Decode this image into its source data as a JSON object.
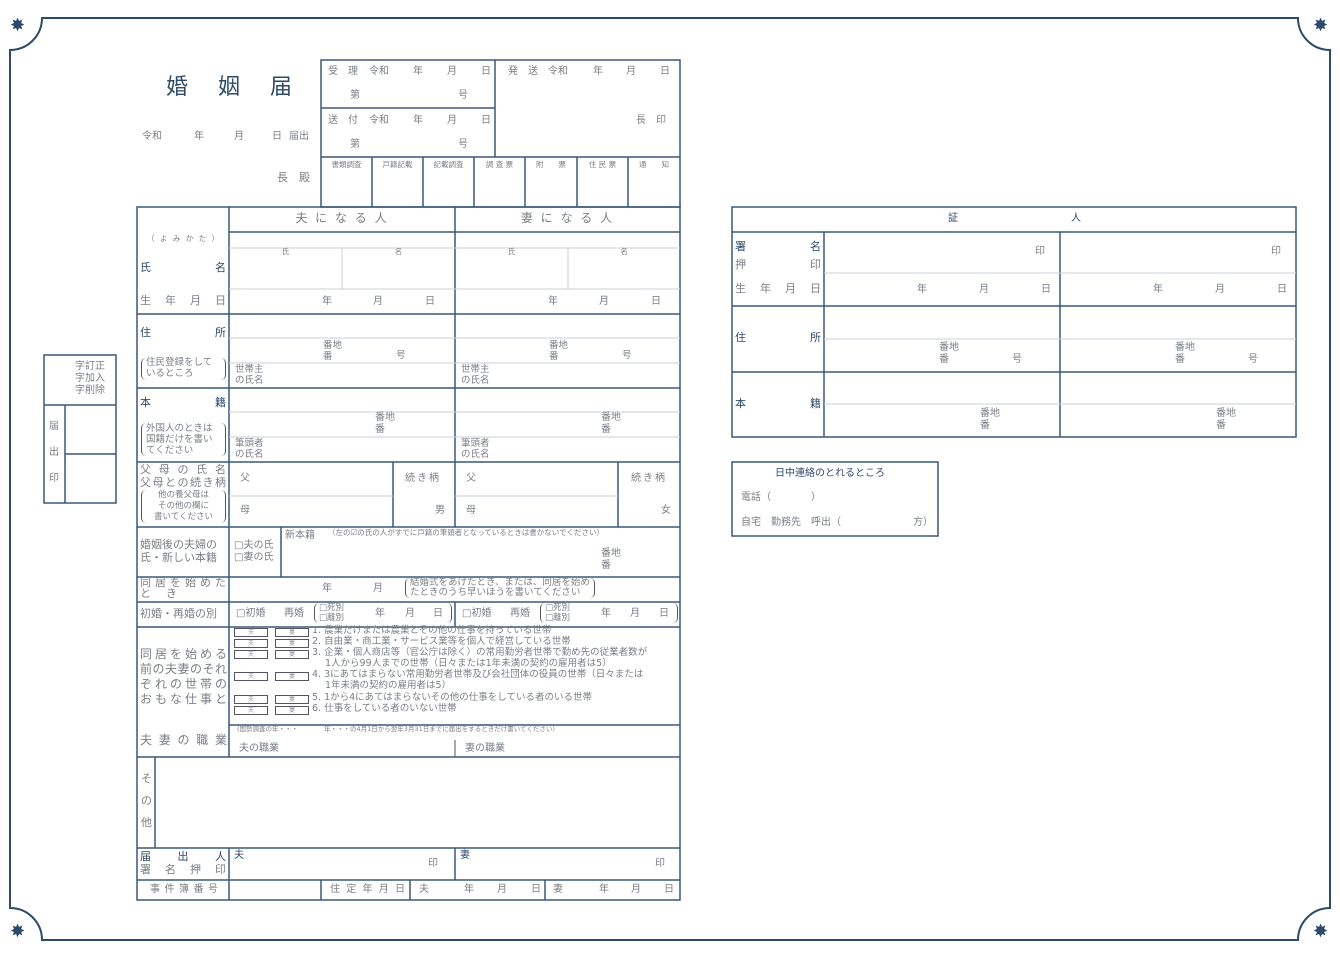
{
  "header": {
    "title": "婚姻届",
    "era": "令和",
    "year": "年",
    "month": "月",
    "day": "日",
    "submitted": "届出",
    "addressee": "長　殿"
  },
  "office": {
    "received": "受理",
    "sent": "送付",
    "dispatched": "発送",
    "era": "令和",
    "year": "年",
    "month": "月",
    "day": "日",
    "number_prefix": "第",
    "number_suffix": "号",
    "chief_seal": "長　印",
    "checks": [
      "書類調査",
      "戸籍記載",
      "記載調査",
      "調 査 票",
      "附　　票",
      "住 民 票",
      "通　　知"
    ]
  },
  "correction_box": {
    "lines": [
      "字訂正",
      "字加入",
      "字削除"
    ],
    "seal_label": [
      "届",
      "出",
      "印"
    ]
  },
  "main": {
    "col_husband": "夫 に な る 人",
    "col_wife": "妻 に な る 人",
    "name": {
      "label": "氏名",
      "reading": "（よみかた）",
      "surname": "氏",
      "given": "名"
    },
    "birth": {
      "label": "生年月日",
      "year": "年",
      "month": "月",
      "day": "日"
    },
    "address": {
      "label": "住所",
      "note": [
        "住民登録をして",
        "いるところ"
      ],
      "banchi": "番地",
      "ban": "番",
      "go": "号",
      "householder": [
        "世帯主",
        "の氏名"
      ]
    },
    "domicile": {
      "label": "本籍",
      "note": [
        "外国人のときは",
        "国籍だけを書い",
        "てください"
      ],
      "banchi": "番地",
      "ban": "番",
      "head": [
        "筆頭者",
        "の氏名"
      ]
    },
    "parents": {
      "label": [
        "父 母 の 氏 名",
        "父母との続き柄"
      ],
      "note": [
        "他の養父母は",
        "その他の欄に",
        "書いてください"
      ],
      "father": "父",
      "mother": "母",
      "relation": "続き柄",
      "son": "男",
      "daughter": "女"
    },
    "new_surname": {
      "label": [
        "婚姻後の夫婦の",
        "氏・新しい本籍"
      ],
      "opt_husband": "□夫の氏",
      "opt_wife": "□妻の氏",
      "new_domicile": "新本籍",
      "note": "（左の☑の氏の人がすでに戸籍の筆頭者となっているときは書かないでください）",
      "banchi": "番地",
      "ban": "番"
    },
    "cohabit": {
      "label": [
        "同居を始めた",
        "と　き"
      ],
      "year": "年",
      "month": "月",
      "note": [
        "結婚式をあげたとき、または、同居を始め",
        "たときのうち早いほうを書いてください"
      ]
    },
    "marriage_type": {
      "label": "初婚・再婚の別",
      "first": "□初婚",
      "re": "再婚",
      "death": "□死別",
      "divorce": "□離別",
      "year": "年",
      "month": "月",
      "day": "日"
    },
    "household": {
      "label": [
        "同居を始める",
        "前の夫妻のそれ",
        "ぞれの世帯の",
        "おもな仕事と"
      ],
      "occupation_label": "夫妻の職業",
      "husband_box": "夫",
      "wife_box": "妻",
      "items": [
        [
          "1. 農業だけまたは農業とその他の仕事を持っている世帯"
        ],
        [
          "2. 自由業・商工業・サービス業等を個人で経営している世帯"
        ],
        [
          "3. 企業・個人商店等（官公庁は除く）の常用勤労者世帯で勤め先の従業者数が",
          "1人から99人までの世帯（日々または1年未満の契約の雇用者は5）"
        ],
        [
          "4. 3にあてはまらない常用勤労者世帯及び会社団体の役員の世帯（日々または",
          "1年未満の契約の雇用者は5）"
        ],
        [
          "5. 1から4にあてはまらないその他の仕事をしている者のいる世帯"
        ],
        [
          "6. 仕事をしている者のいない世帯"
        ]
      ],
      "census_note": "(国勢調査の年・・・　　　　年・・・の4月1日から翌年3月31日までに届出をするときだけ書いてください)",
      "husband_job": "夫の職業",
      "wife_job": "妻の職業"
    },
    "other": {
      "label": [
        "そ",
        "の",
        "他"
      ]
    },
    "signature": {
      "label": [
        "届出人",
        "署名押印"
      ],
      "husband": "夫",
      "wife": "妻",
      "seal": "印"
    },
    "footer": {
      "case_number": "事件簿番号",
      "residence_date": "住定年月日",
      "husband": "夫",
      "wife": "妻",
      "year": "年",
      "month": "月",
      "day": "日"
    }
  },
  "witness": {
    "title_left": "証",
    "title_right": "人",
    "sign": {
      "label_top": [
        "署",
        "名"
      ],
      "label_bottom": [
        "押",
        "印"
      ],
      "seal": "印"
    },
    "birth": {
      "label": "生年月日",
      "year": "年",
      "month": "月",
      "day": "日"
    },
    "address": {
      "label": "住所",
      "banchi": "番地",
      "ban": "番",
      "go": "号"
    },
    "domicile": {
      "label": "本籍",
      "banchi": "番地",
      "ban": "番"
    }
  },
  "contact": {
    "title": "日中連絡のとれるところ",
    "phone": "電話（　　　　）",
    "where": "自宅　勤務先　呼出（",
    "suffix": "方）"
  },
  "colors": {
    "line": "#2d4a6b",
    "text": "#7a7f86",
    "thin": "#c9d1da"
  }
}
